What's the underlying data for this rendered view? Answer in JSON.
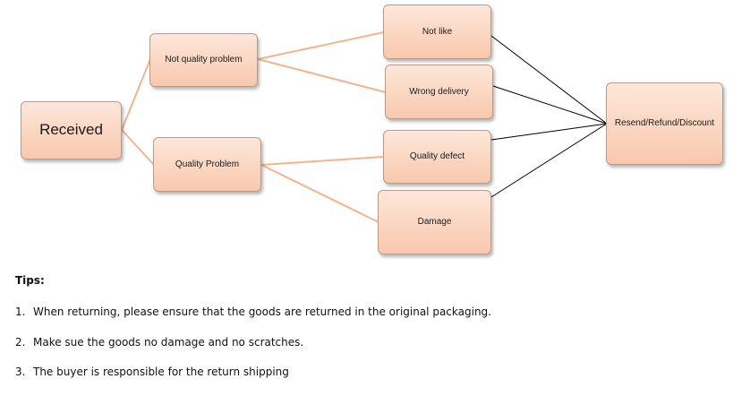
{
  "diagram": {
    "root": "Received",
    "branches": [
      {
        "label": "Not quality problem",
        "children": [
          "Not like",
          "Wrong delivery"
        ]
      },
      {
        "label": "Quality Problem",
        "children": [
          "Quality defect",
          "Damage"
        ]
      }
    ],
    "outcome": "Resend/Refund/Discount",
    "colors": {
      "node_fill_top": "#fde7da",
      "node_fill_bottom": "#f9c8ad",
      "node_border": "#b79b8a",
      "tree_connector": "#f2b48f",
      "outcome_connector": "#000000"
    }
  },
  "tips": {
    "title": "Tips:",
    "items": [
      {
        "number": "1.",
        "text": "When returning, please ensure that the goods are returned in the original packaging."
      },
      {
        "number": "2.",
        "text": "Make sue the goods no damage and no scratches."
      },
      {
        "number": "3.",
        "text": "The buyer is responsible for the return shipping"
      }
    ]
  }
}
